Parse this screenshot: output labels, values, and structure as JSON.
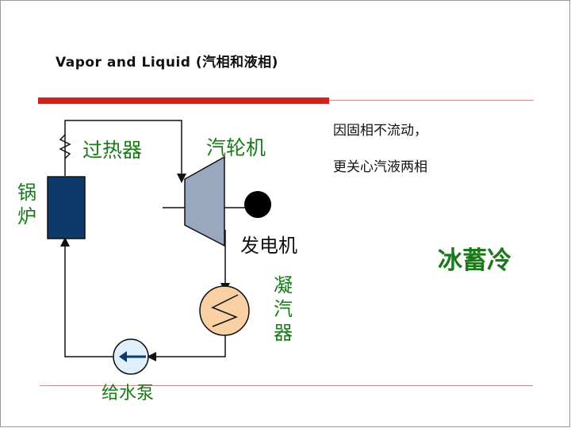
{
  "slide": {
    "title": "Vapor and Liquid (汽相和液相)"
  },
  "diagram": {
    "superheater": "过热器",
    "turbine": "汽轮机",
    "boiler_char1": "锅",
    "boiler_char2": "炉",
    "generator": "发电机",
    "condenser_char1": "凝",
    "condenser_char2": "汽",
    "condenser_char3": "器",
    "feed_pump": "给水泵"
  },
  "notes": {
    "line1": "因固相不流动，",
    "line2": "更关心汽液两相",
    "ice_storage": "冰蓄冷"
  },
  "colors": {
    "accent_red": "#d21f1f",
    "label_green": "#1a7a1a",
    "boiler_navy": "#0d3a6b",
    "turbine_gray": "#9aa8bf",
    "condenser_peach": "#f9cfa4",
    "pump_lightblue": "#dff0fa"
  }
}
